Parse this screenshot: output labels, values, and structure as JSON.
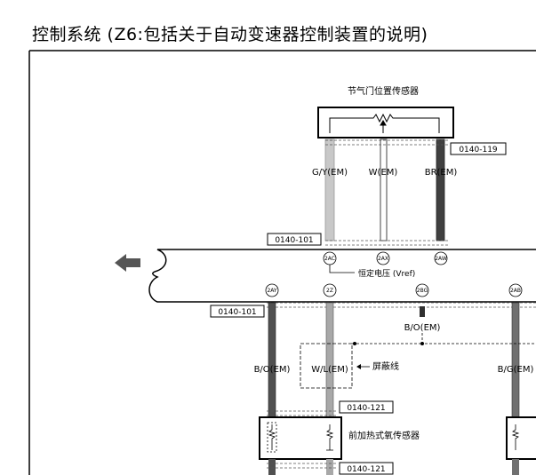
{
  "title": "控制系统 (Z6:包括关于自动变速器控制装置的说明)",
  "throttle_sensor": {
    "name": "节气门位置传感器",
    "connector": "0140-119",
    "wires": [
      {
        "label": "G/Y(EM)",
        "color": "#c8c8c8"
      },
      {
        "label": "W(EM)",
        "color": "#ffffff"
      },
      {
        "label": "BR(EM)",
        "color": "#404040"
      }
    ]
  },
  "harness": {
    "connector_top": "0140-101",
    "connector_bottom": "0140-101",
    "top_pins": [
      "2AC",
      "2AX",
      "2AW"
    ],
    "bottom_pins": [
      "2AY",
      "2Z",
      "2BG",
      "2AB"
    ],
    "note_vref": "恒定电压 (Vref)"
  },
  "lower_wires": [
    {
      "label": "B/O(EM)",
      "color": "#505050"
    },
    {
      "label": "W/L(EM)",
      "color": "#a8a8a8"
    },
    {
      "label": "B/O(EM)",
      "color": "#303030"
    },
    {
      "label": "B/G(EM)",
      "color": "#707070"
    }
  ],
  "shield_label": "屏蔽线",
  "o2_sensor": {
    "name": "前加热式氧传感器",
    "connector_top": "0140-121",
    "connector_bottom": "0140-121"
  },
  "icons": {
    "arrow": "left-arrow-icon",
    "resistor": "resistor-icon"
  }
}
